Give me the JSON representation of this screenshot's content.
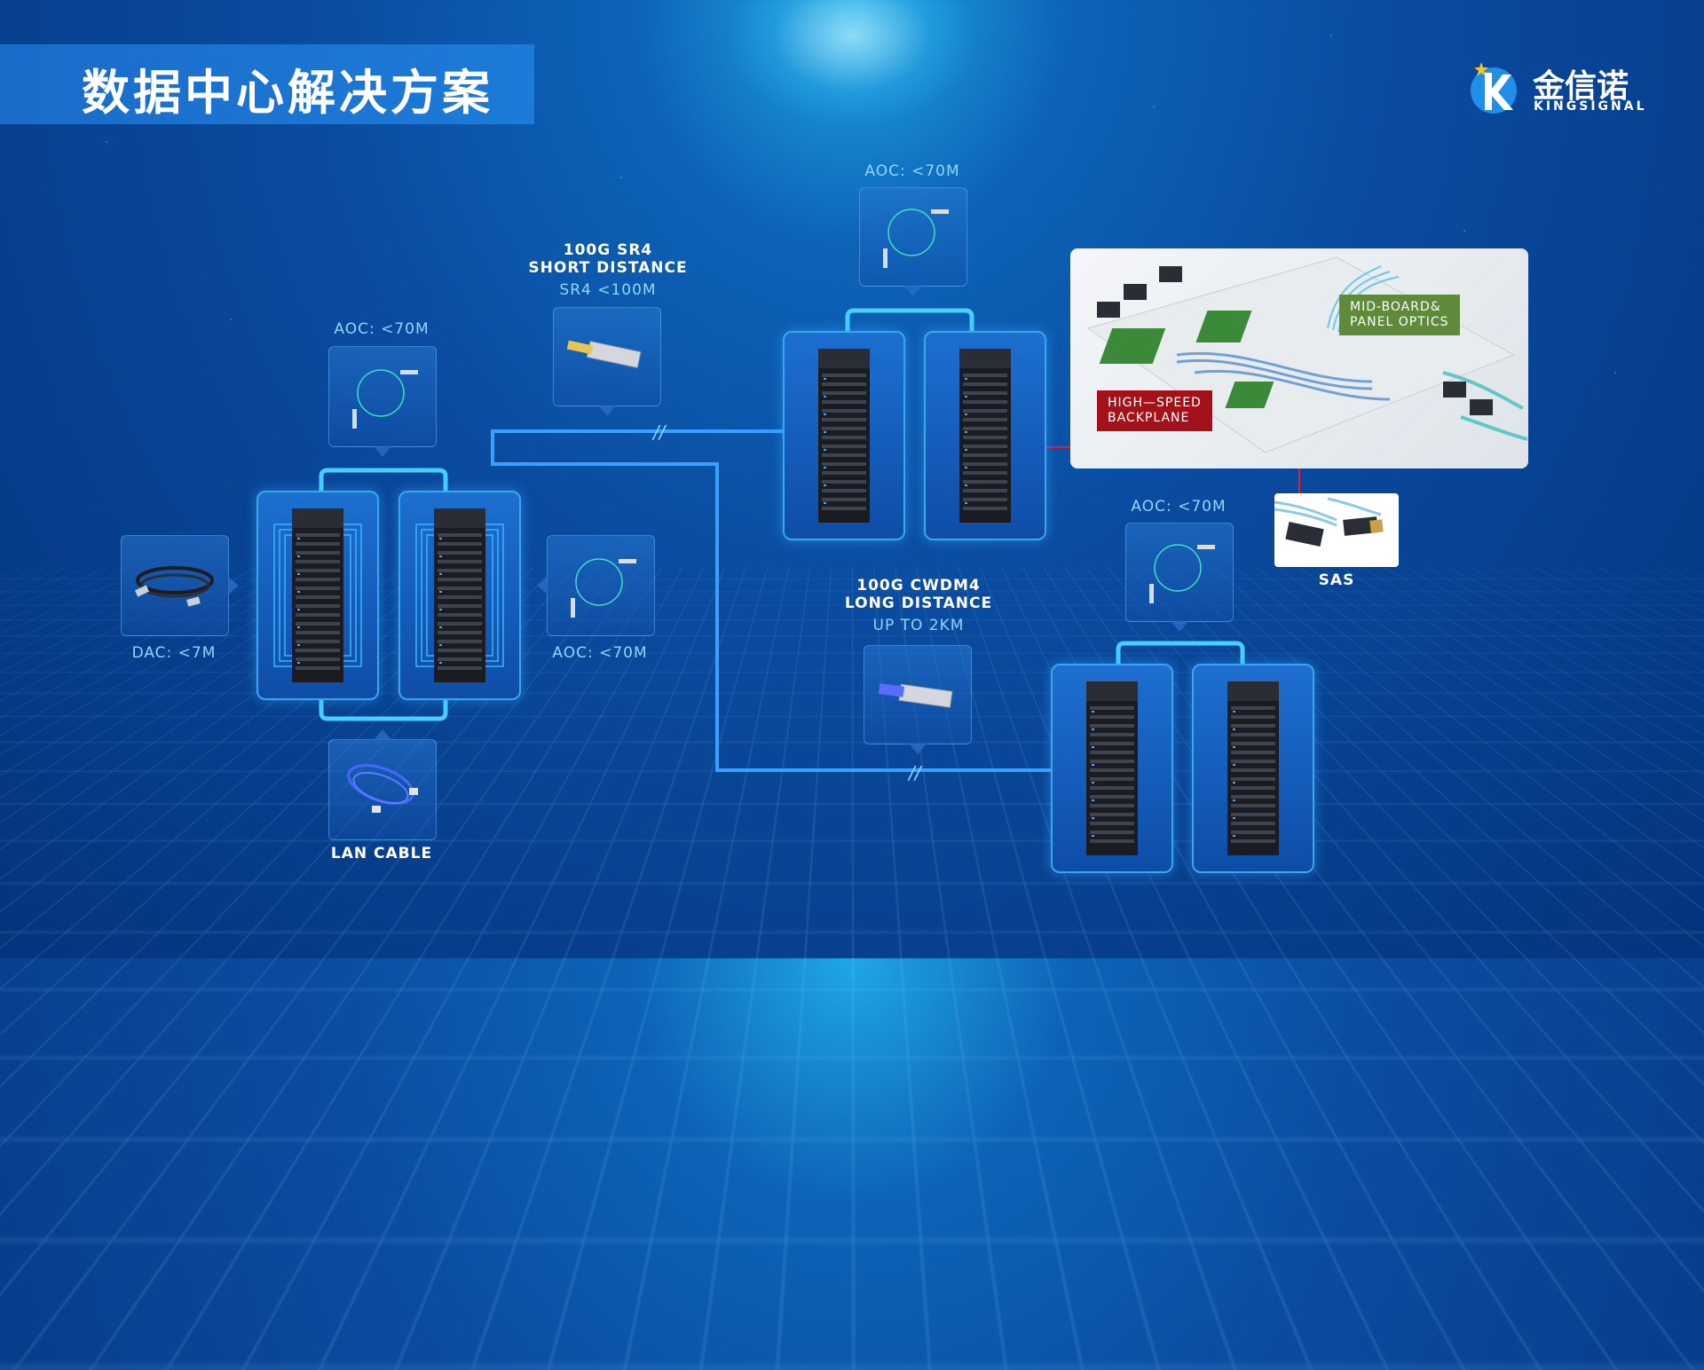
{
  "title": "数据中心解决方案",
  "logo": {
    "cn": "金信诺",
    "en": "KINGSIGNAL"
  },
  "labels": {
    "aoc_top_mid": "AOC: <70M",
    "aoc_left_top": "AOC: <70M",
    "aoc_left_right": "AOC: <70M",
    "aoc_bottom_right": "AOC: <70M",
    "dac": "DAC: <7M",
    "lan": "LAN CABLE",
    "sr4_line1": "100G SR4",
    "sr4_line2": "SHORT DISTANCE",
    "sr4_line3": "SR4 <100M",
    "cwdm4_line1": "100G CWDM4",
    "cwdm4_line2": "LONG DISTANCE",
    "cwdm4_line3": "UP TO 2KM",
    "sas": "SAS",
    "midboard_line1": "MID-BOARD&",
    "midboard_line2": "PANEL OPTICS",
    "backplane_line1": "HIGH—SPEED",
    "backplane_line2": "BACKPLANE",
    "break_mark": "//"
  },
  "colors": {
    "line": "#3aa0ff",
    "bracket": "#45d0ff",
    "backplane_tag": "#a3121a",
    "midboard_tag": "#5e8a3a",
    "pointer_red": "#e0202a"
  },
  "icons": {
    "aoc": "aoc-cable-icon",
    "dac": "dac-cable-icon",
    "lan": "lan-cable-icon",
    "sr4": "qsfp-module-icon",
    "cwdm4": "qsfp-module-icon",
    "server": "server-rack-icon"
  }
}
